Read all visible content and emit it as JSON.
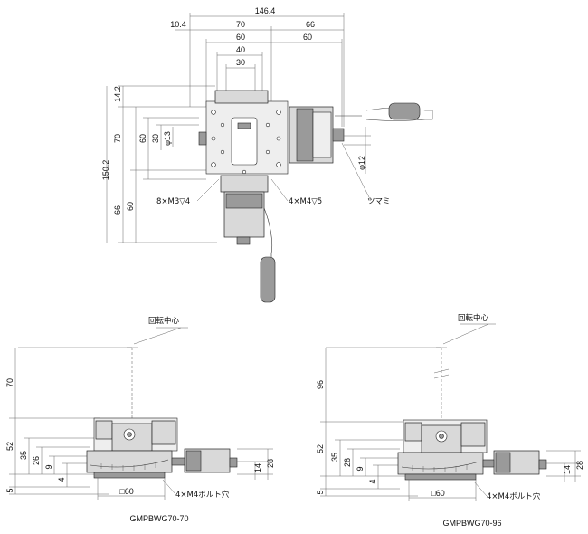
{
  "top_view": {
    "dims_top": [
      "146.4",
      "10.4",
      "70",
      "66",
      "60",
      "60",
      "40",
      "30"
    ],
    "dims_left": [
      "14.2",
      "70",
      "60",
      "30",
      "φ13",
      "150.2",
      "66",
      "60"
    ],
    "dim_right": "φ12",
    "labels": {
      "holes_m3": "8×M3▽4",
      "holes_m4": "4×M4▽5",
      "knob": "ツマミ"
    }
  },
  "side_view_a": {
    "rotation_center": "回転中心",
    "dims_left": [
      "70",
      "52",
      "35",
      "26",
      "9",
      "4",
      "5"
    ],
    "dims_right": [
      "14",
      "28"
    ],
    "dim_bottom": "□60",
    "bolt_label": "4×M4ボルト穴",
    "model": "GMPBWG70-70"
  },
  "side_view_b": {
    "rotation_center": "回転中心",
    "dims_left": [
      "96",
      "52",
      "35",
      "26",
      "9",
      "4",
      "5"
    ],
    "dims_right": [
      "14",
      "28"
    ],
    "dim_bottom": "□60",
    "bolt_label": "4×M4ボルト穴",
    "model": "GMPBWG70-96"
  }
}
